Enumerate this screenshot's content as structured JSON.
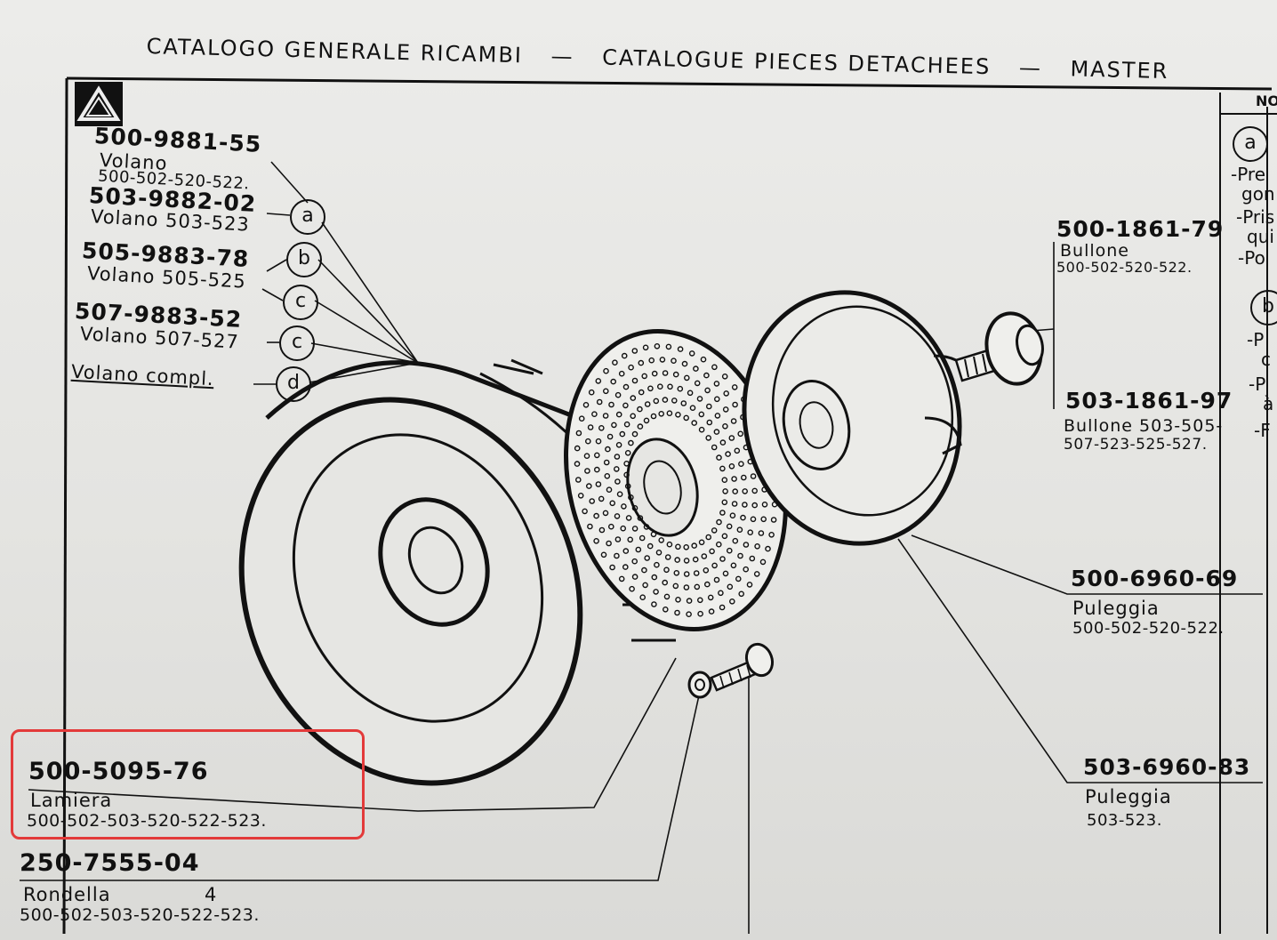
{
  "header": {
    "title_it": "CATALOGO GENERALE RICAMBI",
    "sep1": "—",
    "title_fr": "CATALOGUE PIECES DETACHEES",
    "sep2": "—",
    "title_en": "MASTER"
  },
  "parts_left": [
    {
      "code": "500-9881-55",
      "name": "Volano",
      "models": "500-502-520-522.",
      "ref": "a"
    },
    {
      "code": "503-9882-02",
      "name": "Volano 503-523",
      "models": "",
      "ref": "b"
    },
    {
      "code": "505-9883-78",
      "name": "Volano 505-525",
      "models": "",
      "ref": "c"
    },
    {
      "code": "507-9883-52",
      "name": "Volano 507-527",
      "models": "",
      "ref": "c"
    },
    {
      "code": "",
      "name": "Volano compl.",
      "models": "",
      "ref": "d"
    }
  ],
  "parts_right": [
    {
      "code": "500-1861-79",
      "name": "Bullone",
      "models": "500-502-520-522."
    },
    {
      "code": "503-1861-97",
      "name": "Bullone 503-505-",
      "models": "507-523-525-527."
    },
    {
      "code": "500-6960-69",
      "name": "Puleggia",
      "models": "500-502-520-522."
    },
    {
      "code": "503-6960-83",
      "name": "Puleggia",
      "models": "503-523."
    }
  ],
  "parts_bottom": [
    {
      "code": "500-5095-76",
      "name": "Lamiera",
      "models": "500-502-503-520-522-523.",
      "highlighted": true
    },
    {
      "code": "250-7555-04",
      "name": "Rondella",
      "qty": "4",
      "models": "500-502-503-520-522-523."
    }
  ],
  "side_notes": {
    "col_header": "NO",
    "ref_a": "a",
    "ref_b": "b",
    "lines": [
      "-Pre",
      "gon",
      "-Pris",
      "qui",
      "-Po",
      "-P",
      "c",
      "-P",
      "à",
      "-F"
    ]
  },
  "colors": {
    "highlight_box": "#e33a3a",
    "ink": "#111111",
    "paper": "#e8e8e5"
  }
}
